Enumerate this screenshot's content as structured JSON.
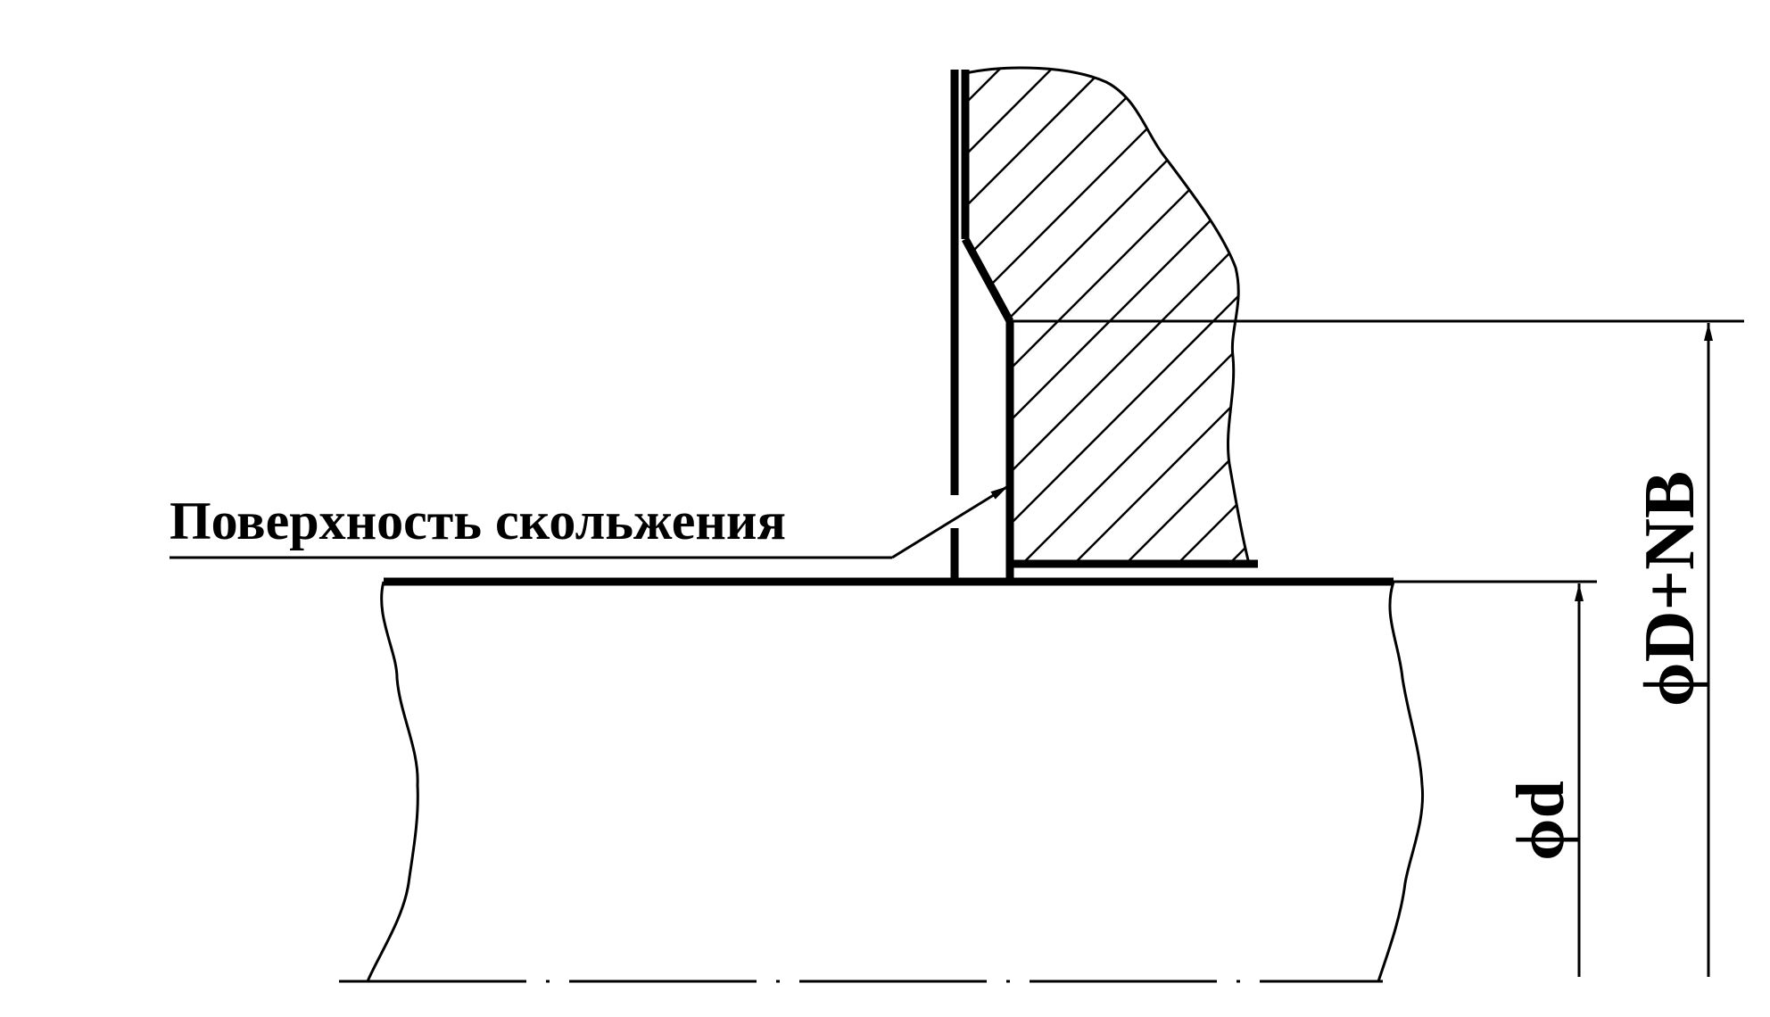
{
  "labels": {
    "surface": "Поверхность скольжения",
    "outer_diameter": "ϕD+NB",
    "shaft_diameter": "ϕd"
  },
  "colors": {
    "line": "#000000",
    "background": "#ffffff"
  }
}
